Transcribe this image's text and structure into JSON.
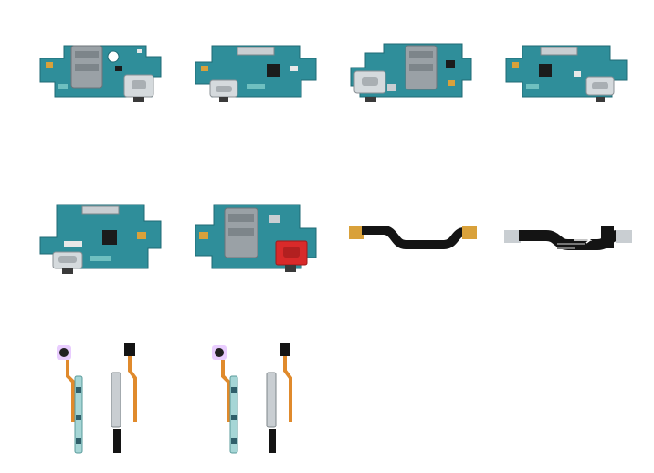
{
  "colors": {
    "pcb": "#2f8e9a",
    "pcb_dark": "#1f6a74",
    "pcb_light": "#6fc0c0",
    "sim": "#8d959b",
    "metal": "#c9ced2",
    "flex_black": "#141414",
    "flex_gold": "#d9a13a",
    "flex_orange": "#e08a2c",
    "red": "#d92a2a"
  },
  "items": [
    {
      "kind": "charging-board-sim-left",
      "icon": "pcb-board-icon"
    },
    {
      "kind": "charging-board-plain",
      "icon": "pcb-board-icon"
    },
    {
      "kind": "charging-board-sim-right",
      "icon": "pcb-board-icon"
    },
    {
      "kind": "charging-board-plain",
      "icon": "pcb-board-icon"
    },
    {
      "kind": "charging-board-plain",
      "icon": "pcb-board-icon"
    },
    {
      "kind": "charging-board-sim-red",
      "icon": "pcb-board-icon"
    },
    {
      "kind": "main-flex-cable",
      "icon": "flex-cable-icon"
    },
    {
      "kind": "main-flex-cable-labeled",
      "icon": "flex-cable-icon"
    },
    {
      "kind": "side-key-flex-pair",
      "icon": "button-flex-icon"
    },
    {
      "kind": "side-key-flex-pair",
      "icon": "button-flex-icon"
    }
  ]
}
